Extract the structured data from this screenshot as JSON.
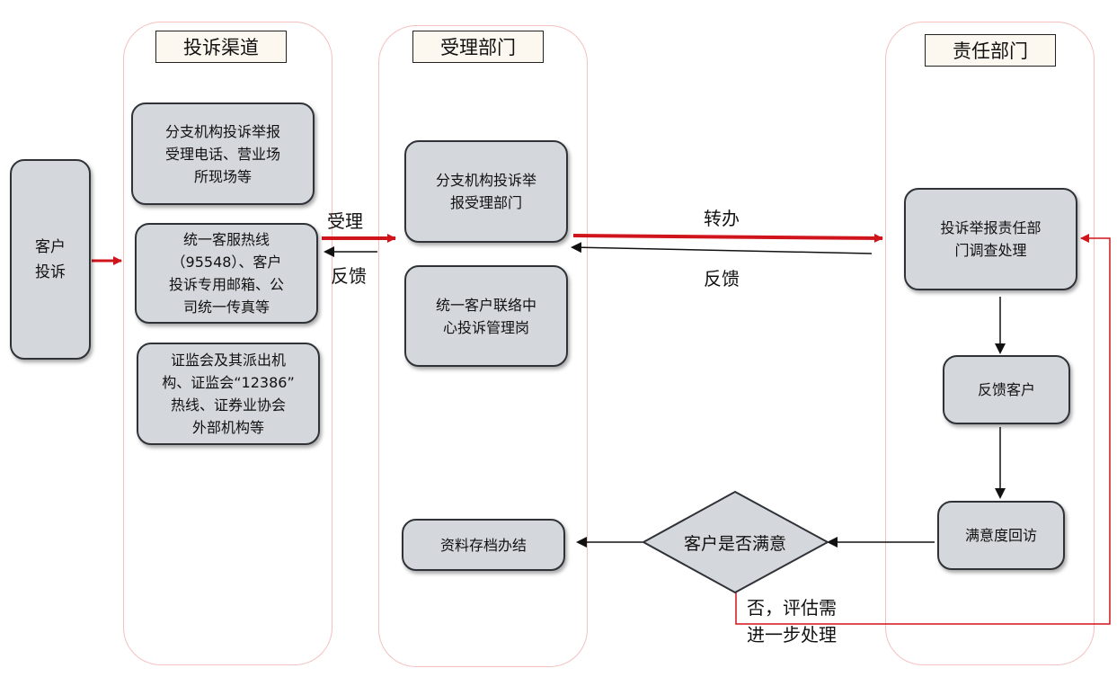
{
  "lanes": {
    "channel": "投诉渠道",
    "accept": "受理部门",
    "responsible": "责任部门"
  },
  "nodes": {
    "customer": "客户\n投诉",
    "ch_branch": "分支机构投诉举报\n受理电话、营业场\n所现场等",
    "ch_hotline": "统一客服热线\n（95548）、客户\n投诉专用邮箱、公\n司统一传真等",
    "ch_external": "证监会及其派出机\n构、证监会“12386”\n热线、证券业协会\n外部机构等",
    "acc_branch": "分支机构投诉举\n报受理部门",
    "acc_center": "统一客户联络中\n心投诉管理岗",
    "archive": "资料存档办结",
    "resp_investigate": "投诉举报责任部\n门调查处理",
    "resp_feedback": "反馈客户",
    "resp_revisit": "满意度回访",
    "decision": "客户是否满意"
  },
  "edges": {
    "accept": "受理",
    "feedback1": "反馈",
    "transfer": "转办",
    "feedback2": "反馈",
    "no_label": "否，评估需\n进一步处理"
  },
  "colors": {
    "red_arrow": "#d0141c",
    "black_arrow": "#111111",
    "lane_border": "#f4c0c0",
    "box_fill": "#d4d7dc"
  }
}
